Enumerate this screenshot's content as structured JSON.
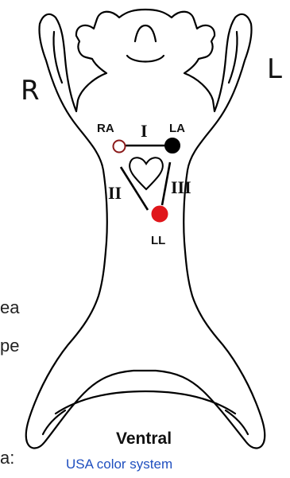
{
  "labels": {
    "right": "R",
    "left": "L",
    "ventral": "Ventral"
  },
  "electrodes": {
    "ra": {
      "label": "RA",
      "color": "#ffffff",
      "border": "#8b1a1a"
    },
    "la": {
      "label": "LA",
      "color": "#000000",
      "border": "#000000"
    },
    "ll": {
      "label": "LL",
      "color": "#e0161b",
      "border": "#e0161b"
    }
  },
  "leads": {
    "one": "I",
    "two": "II",
    "three": "III"
  },
  "background_fragments": {
    "line1": "ea",
    "line2": "pe",
    "line3": "a:"
  },
  "footer": {
    "caption": "USA color  system",
    "color": "#1f4fbf"
  },
  "icons": {
    "heart": "heart-icon",
    "body": "animal-outline-icon"
  }
}
